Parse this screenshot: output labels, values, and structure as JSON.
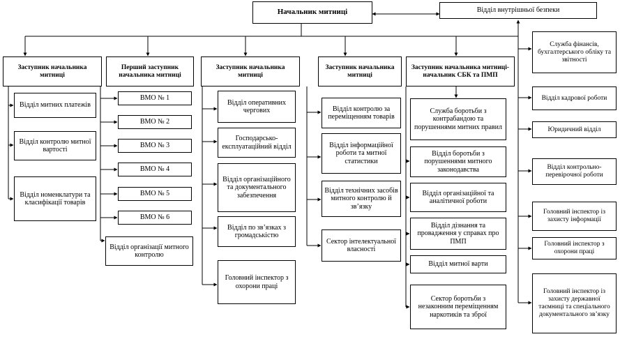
{
  "top": {
    "chief": "Начальник митниці",
    "internal_security": "Відділ внутрішньої безпеки"
  },
  "columns": [
    {
      "head": "Заступник начальника митниці",
      "units": [
        "Відділ митних платежів",
        "Відділ контролю митної вартості",
        "Відділ номенклатури та класифікації товарів"
      ]
    },
    {
      "head": "Перший заступник начальника митниці",
      "units": [
        "ВМО № 1",
        "ВМО № 2",
        "ВМО № 3",
        "ВМО № 4",
        "ВМО № 5",
        "ВМО № 6",
        "Відділ організації митного контролю"
      ]
    },
    {
      "head": "Заступник начальника митниці",
      "units": [
        "Відділ оперативних чергових",
        "Господарсько-експлуатаційний відділ",
        "Відділ організаційного та документального забезпечення",
        "Відділ по зв’язках з громадськістю",
        "Головний інспектор з охорони праці"
      ]
    },
    {
      "head": "Заступник начальника митниці",
      "units": [
        "Відділ контролю за переміщенням товарів",
        "Відділ інформаційної роботи та митної статистики",
        "Відділ технічних засобів митного контролю й зв’язку",
        "Сектор інтелектуальної власності"
      ]
    },
    {
      "head": "Заступник начальника митниці-начальник СБК та ПМП",
      "units": [
        "Служба боротьби з контрабандою та порушеннями митних правил",
        "Відділ боротьби з порушеннями митного законодавства",
        "Відділ організаційної та аналітичної роботи",
        "Відділ дізнання та провадження у справах про ПМП",
        "Відділ митної варти",
        "Сектор боротьби з незаконним переміщенням наркотиків та зброї"
      ]
    }
  ],
  "right_units": [
    "Служба фінансів, бухгалтерського обліку та звітності",
    "Відділ кадрової роботи",
    "Юридичний відділ",
    "Відділ контрольно-перевірочної роботи",
    "Головний інспектор із захисту інформації",
    "Головний інспектор з охорони праці",
    "Головний інспектор із захисту державної таємниці та спеціального документального зв’язку"
  ]
}
